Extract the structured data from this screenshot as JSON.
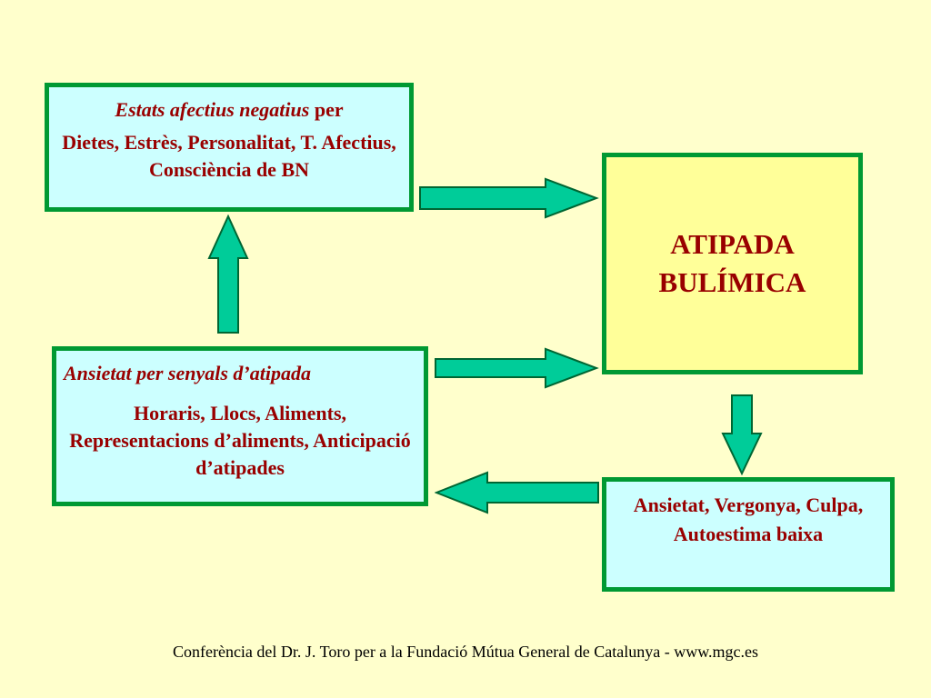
{
  "top_box": {
    "italic": "Estats afectius negatius",
    "plain": " per",
    "detail": "Dietes, Estrès, Personalitat, T. Afectius, Consciència de BN"
  },
  "center_box": {
    "line1": "ATIPADA",
    "line2": "BULÍMICA"
  },
  "left_box": {
    "title": "Ansietat per senyals d’atipada",
    "detail": "Horaris, Llocs, Aliments, Representacions d’aliments, Anticipació d’atipades"
  },
  "bottom_box": {
    "detail": "Ansietat, Vergonya, Culpa, Autoestima baixa"
  },
  "colors": {
    "background": "#ffffcc",
    "box_border": "#009933",
    "box_fill": "#ccffff",
    "center_fill": "#ffff99",
    "text": "#990000",
    "arrow_fill": "#00cc99"
  },
  "footer": {
    "text": "Conferència del Dr. J. Toro per a la Fundació Mútua General de Catalunya - www.mgc.es"
  }
}
